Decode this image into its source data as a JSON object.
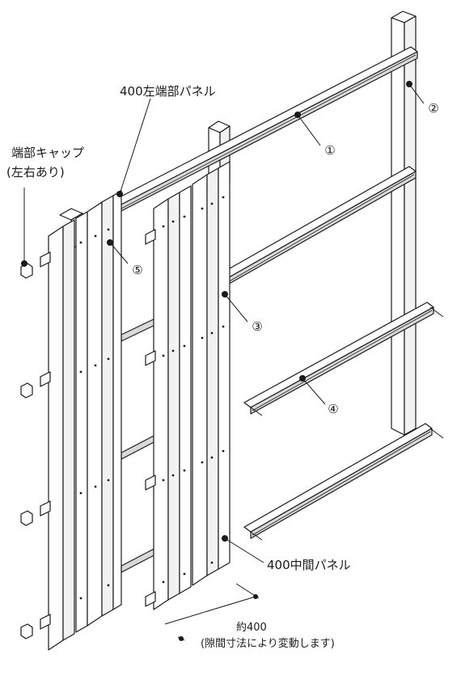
{
  "labels": {
    "end_cap_line1": "端部キャップ",
    "end_cap_line2": "(左右あり)",
    "left_end_panel": "400左端部パネル",
    "middle_panel": "400中間パネル",
    "dimension_line1": "約400",
    "dimension_line2": "(隙間寸法により変動します)"
  },
  "callouts": [
    "①",
    "②",
    "③",
    "④",
    "⑤"
  ]
}
